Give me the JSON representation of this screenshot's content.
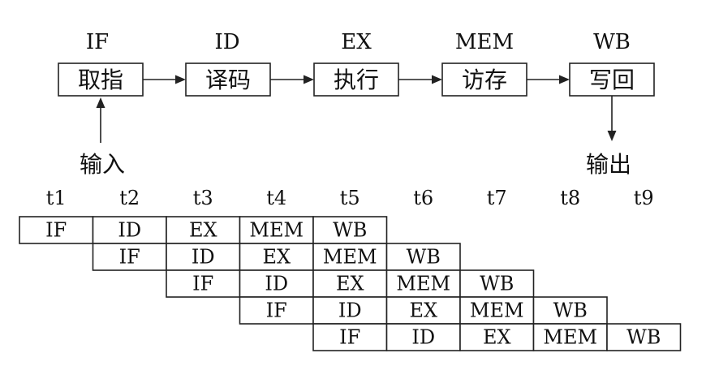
{
  "stages": [
    {
      "code": "IF",
      "name": "取指"
    },
    {
      "code": "ID",
      "name": "译码"
    },
    {
      "code": "EX",
      "name": "执行"
    },
    {
      "code": "MEM",
      "name": "访存"
    },
    {
      "code": "WB",
      "name": "写回"
    }
  ],
  "io": {
    "input_label": "输入",
    "output_label": "输出"
  },
  "timeline": {
    "labels": [
      "t1",
      "t2",
      "t3",
      "t4",
      "t5",
      "t6",
      "t7",
      "t8",
      "t9"
    ]
  },
  "pipeline": {
    "rows": [
      {
        "start": 0,
        "cells": [
          "IF",
          "ID",
          "EX",
          "MEM",
          "WB"
        ]
      },
      {
        "start": 1,
        "cells": [
          "IF",
          "ID",
          "EX",
          "MEM",
          "WB"
        ]
      },
      {
        "start": 2,
        "cells": [
          "IF",
          "ID",
          "EX",
          "MEM",
          "WB"
        ]
      },
      {
        "start": 3,
        "cells": [
          "IF",
          "ID",
          "EX",
          "MEM",
          "WB"
        ]
      },
      {
        "start": 4,
        "cells": [
          "IF",
          "ID",
          "EX",
          "MEM",
          "WB"
        ]
      }
    ]
  }
}
